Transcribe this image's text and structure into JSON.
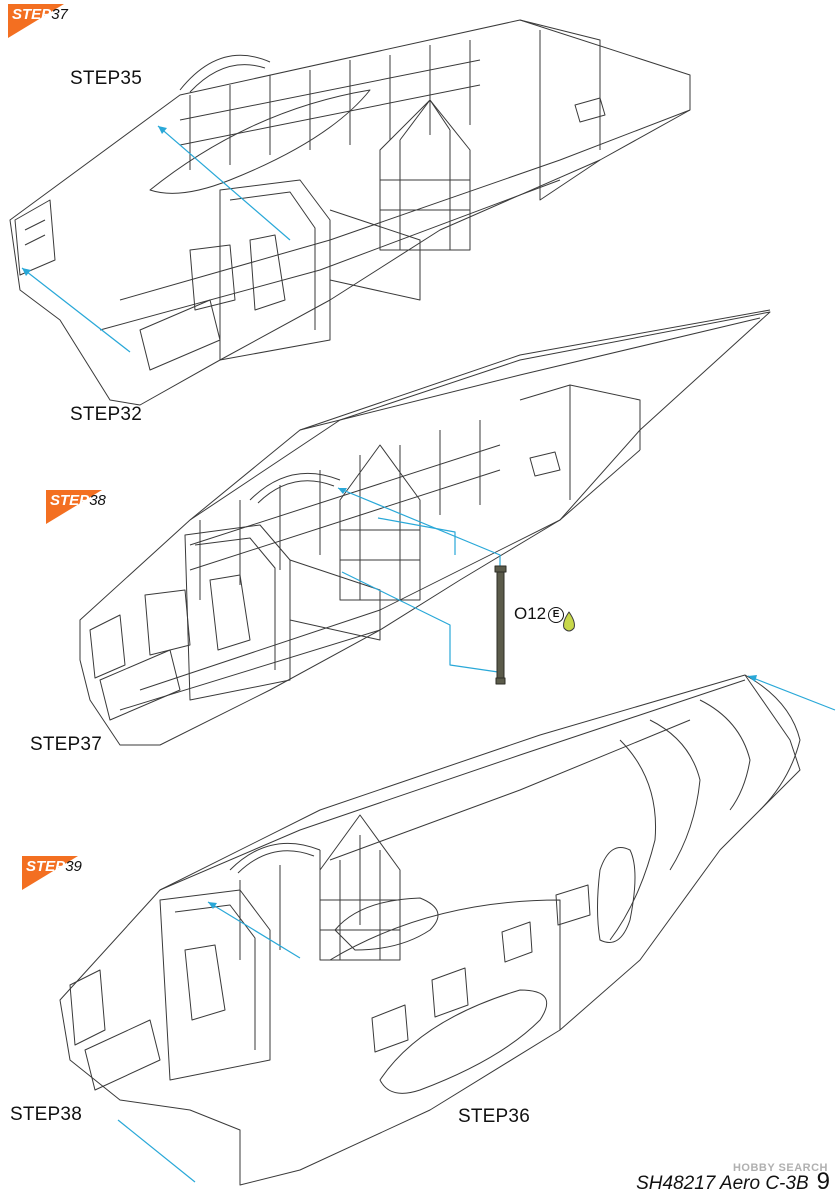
{
  "colors": {
    "step_badge": "#f36f21",
    "guide_line": "#29a8d8",
    "outline": "#3a3a3a",
    "part_fill": "#5b5b4a",
    "glue_marker": "#c8d84a"
  },
  "badges": [
    {
      "prefix": "STEP",
      "number": "37"
    },
    {
      "prefix": "STEP",
      "number": "38"
    },
    {
      "prefix": "STEP",
      "number": "39"
    }
  ],
  "steps": {
    "top": {
      "upper_label": "STEP35",
      "lower_label": "STEP32"
    },
    "middle": {
      "lower_label": "STEP37",
      "part": "O12",
      "part_marker": "E"
    },
    "bottom": {
      "left_label": "STEP38",
      "right_label": "STEP36"
    }
  },
  "footer": {
    "title": "SH48217 Aero C-3B",
    "page": "9"
  },
  "watermark": "HOBBY SEARCH"
}
